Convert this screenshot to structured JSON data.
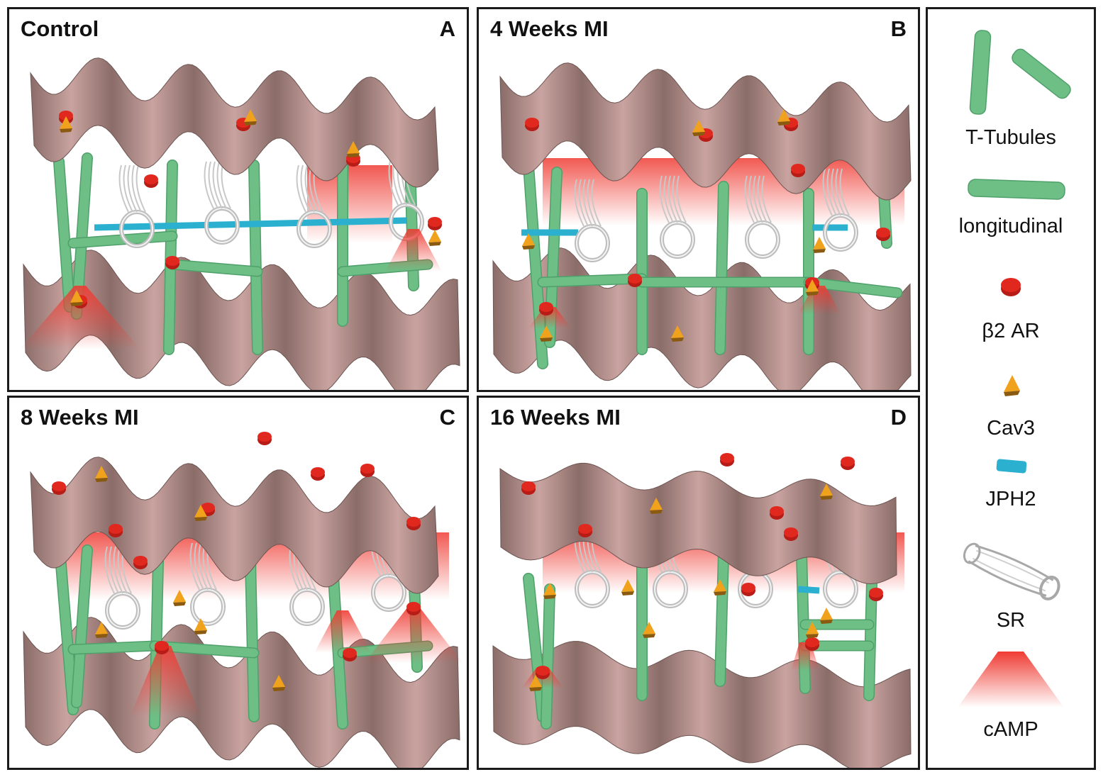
{
  "panels": [
    {
      "id": "A",
      "title": "Control",
      "letter": "A"
    },
    {
      "id": "B",
      "title": "4 Weeks MI",
      "letter": "B"
    },
    {
      "id": "C",
      "title": "8 Weeks MI",
      "letter": "C"
    },
    {
      "id": "D",
      "title": "16 Weeks MI",
      "letter": "D"
    }
  ],
  "legend": {
    "t_tubules": "T-Tubules",
    "longitudinal": "longitudinal",
    "b2ar": "β2 AR",
    "cav3": "Cav3",
    "jph2": "JPH2",
    "sr": "SR",
    "camp": "cAMP"
  },
  "colors": {
    "membrane": "#8a6c68",
    "membrane_light": "#c9a3a0",
    "t_tubule": "#6dbf86",
    "b2ar": "#e0281f",
    "cav3": "#f0a21c",
    "jph2": "#2bb0cf",
    "sr": "#d6d6d6",
    "camp": "#ef3b33"
  }
}
